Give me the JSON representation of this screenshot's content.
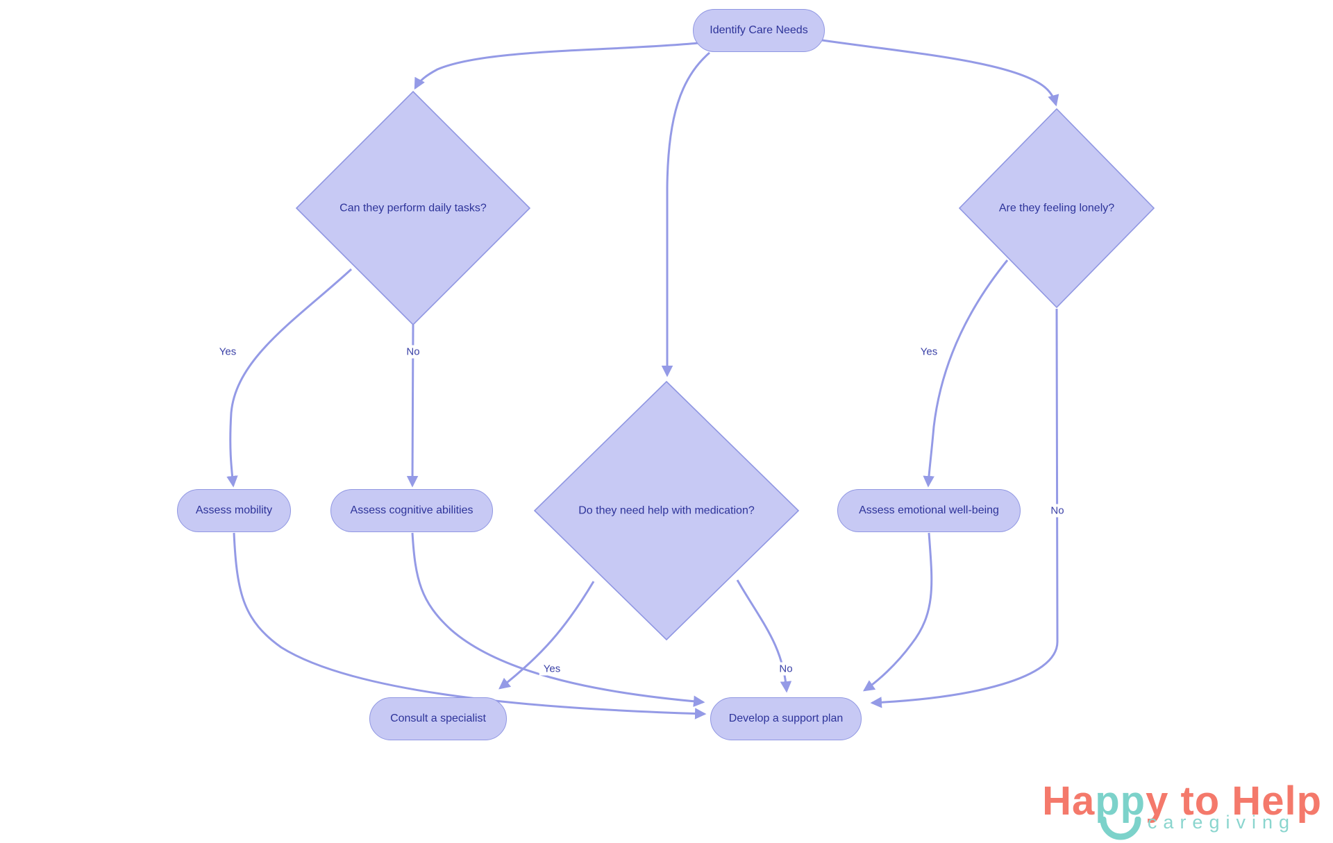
{
  "nodes": {
    "start": {
      "label": "Identify Care Needs"
    },
    "daily": {
      "label": "Can they perform daily tasks?"
    },
    "lonely": {
      "label": "Are they feeling lonely?"
    },
    "medication": {
      "label": "Do they need help with medication?"
    },
    "mobility": {
      "label": "Assess mobility"
    },
    "cognitive": {
      "label": "Assess cognitive abilities"
    },
    "emotional": {
      "label": "Assess emotional well-being"
    },
    "specialist": {
      "label": "Consult a specialist"
    },
    "support": {
      "label": "Develop a support plan"
    }
  },
  "edge_labels": {
    "daily_yes": "Yes",
    "daily_no": "No",
    "medication_yes": "Yes",
    "medication_no": "No",
    "lonely_yes": "Yes",
    "lonely_no": "No"
  },
  "colors": {
    "node_fill": "#c7c9f4",
    "node_border": "#8f96e2",
    "edge": "#949ae6",
    "node_text": "#2d3399",
    "label_text": "#3a40a6",
    "logo_coral": "#f4796b",
    "logo_teal": "#7cd2ca",
    "logo_tag": "#8ad5ce",
    "background": "#ffffff"
  },
  "logo": {
    "ha": "Ha",
    "pp": "pp",
    "y_to_help": "y to Help",
    "tagline": "caregiving"
  }
}
